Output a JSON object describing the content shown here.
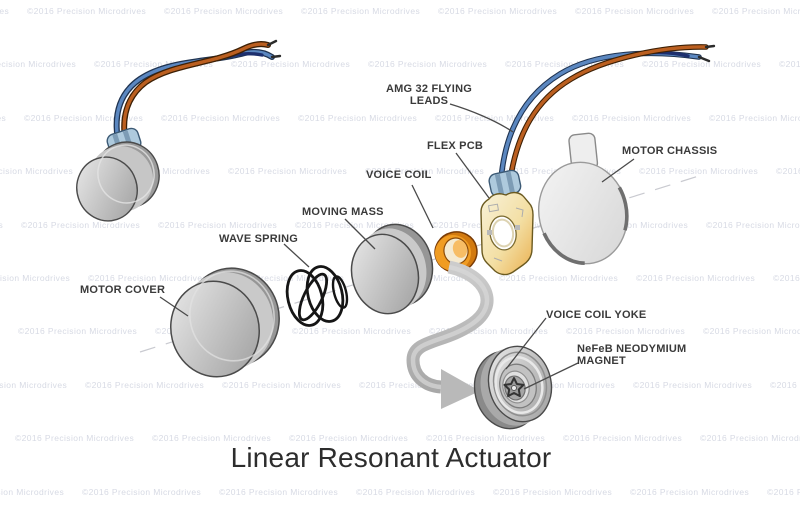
{
  "title": "Linear Resonant Actuator",
  "watermark": {
    "text": "©2016 Precision Microdrives"
  },
  "diagram": {
    "labels": {
      "motor_cover": "MOTOR COVER",
      "wave_spring": "WAVE SPRING",
      "moving_mass": "MOVING MASS",
      "voice_coil": "VOICE COIL",
      "flex_pcb": "FLEX PCB",
      "flying_leads_line1": "AMG 32 FLYING",
      "flying_leads_line2": "LEADS",
      "motor_chassis": "MOTOR CHASSIS",
      "voice_coil_yoke": "VOICE COIL YOKE",
      "magnet_line1": "NeFeB NEODYMIUM",
      "magnet_line2": "MAGNET"
    },
    "colors": {
      "wire_orange": "#bb5f20",
      "wire_orange_dark": "#3d2005",
      "wire_blue": "#5b87c0",
      "wire_blue_dark": "#1f3350",
      "wire_navy": "#1d2f6e",
      "coil_orange": "#d27a10",
      "coil_rim": "#f09c22",
      "coil_bore": "#f5ead0",
      "pcb_outline": "#6b5a20",
      "grommet_blue": "#aecadd",
      "grommet_stripe": "#7d9cb5",
      "label_text": "#3a3a3a",
      "leader_line": "#4a4a4a",
      "watermark": "#d7dae4",
      "arrow_gray": "#b9b9b9",
      "spring_black": "#151515"
    }
  }
}
